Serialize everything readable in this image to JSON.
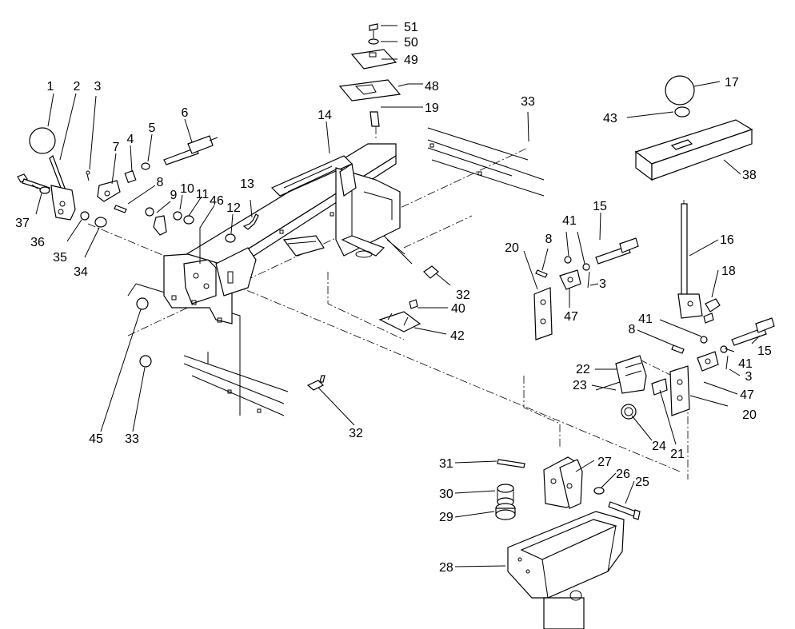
{
  "callouts": [
    {
      "id": "c1",
      "text": "1"
    },
    {
      "id": "c2",
      "text": "2"
    },
    {
      "id": "c3a",
      "text": "3"
    },
    {
      "id": "c4",
      "text": "4"
    },
    {
      "id": "c5",
      "text": "5"
    },
    {
      "id": "c6",
      "text": "6"
    },
    {
      "id": "c7",
      "text": "7"
    },
    {
      "id": "c8a",
      "text": "8"
    },
    {
      "id": "c9",
      "text": "9"
    },
    {
      "id": "c10",
      "text": "10"
    },
    {
      "id": "c11",
      "text": "11"
    },
    {
      "id": "c46",
      "text": "46"
    },
    {
      "id": "c12",
      "text": "12"
    },
    {
      "id": "c13",
      "text": "13"
    },
    {
      "id": "c14",
      "text": "14"
    },
    {
      "id": "c37",
      "text": "37"
    },
    {
      "id": "c36",
      "text": "36"
    },
    {
      "id": "c35",
      "text": "35"
    },
    {
      "id": "c34",
      "text": "34"
    },
    {
      "id": "c45",
      "text": "45"
    },
    {
      "id": "c33a",
      "text": "33"
    },
    {
      "id": "c32a",
      "text": "32"
    },
    {
      "id": "c51",
      "text": "51"
    },
    {
      "id": "c50",
      "text": "50"
    },
    {
      "id": "c49",
      "text": "49"
    },
    {
      "id": "c48",
      "text": "48"
    },
    {
      "id": "c19",
      "text": "19"
    },
    {
      "id": "c33b",
      "text": "33"
    },
    {
      "id": "c32b",
      "text": "32"
    },
    {
      "id": "c40",
      "text": "40"
    },
    {
      "id": "c42",
      "text": "42"
    },
    {
      "id": "c17",
      "text": "17"
    },
    {
      "id": "c43",
      "text": "43"
    },
    {
      "id": "c38",
      "text": "38"
    },
    {
      "id": "c15a",
      "text": "15"
    },
    {
      "id": "c41a",
      "text": "41"
    },
    {
      "id": "c8b",
      "text": "8"
    },
    {
      "id": "c20a",
      "text": "20"
    },
    {
      "id": "c3b",
      "text": "3"
    },
    {
      "id": "c47a",
      "text": "47"
    },
    {
      "id": "c16",
      "text": "16"
    },
    {
      "id": "c18",
      "text": "18"
    },
    {
      "id": "c41b",
      "text": "41"
    },
    {
      "id": "c8c",
      "text": "8"
    },
    {
      "id": "c41c",
      "text": "41"
    },
    {
      "id": "c15b",
      "text": "15"
    },
    {
      "id": "c3c",
      "text": "3"
    },
    {
      "id": "c47b",
      "text": "47"
    },
    {
      "id": "c20b",
      "text": "20"
    },
    {
      "id": "c22",
      "text": "22"
    },
    {
      "id": "c23",
      "text": "23"
    },
    {
      "id": "c24",
      "text": "24"
    },
    {
      "id": "c21",
      "text": "21"
    },
    {
      "id": "c31",
      "text": "31"
    },
    {
      "id": "c27",
      "text": "27"
    },
    {
      "id": "c26",
      "text": "26"
    },
    {
      "id": "c25",
      "text": "25"
    },
    {
      "id": "c30",
      "text": "30"
    },
    {
      "id": "c29",
      "text": "29"
    },
    {
      "id": "c28",
      "text": "28"
    }
  ],
  "colors": {
    "ink": "#000000",
    "paper": "#ffffff"
  }
}
